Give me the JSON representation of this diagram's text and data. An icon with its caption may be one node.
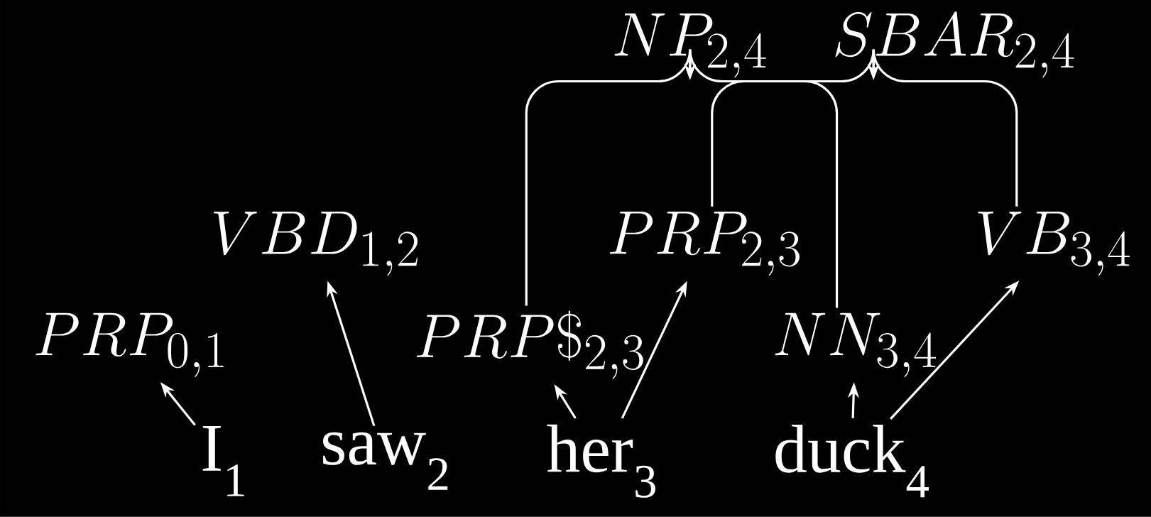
{
  "diagram": {
    "nodes": [
      {
        "text": [
          "I$_{1}$"
        ]
      },
      {
        "text": [
          "saw$_{2}$"
        ]
      },
      {
        "text": [
          "her$_{3}$"
        ]
      },
      {
        "text": [
          "duck$_{4}$"
        ]
      },
      {
        "text": [
          "PRP_{0,1}"
        ]
      },
      {
        "text": [
          "VBD_{1,2}"
        ]
      },
      {
        "text": [
          "PRP\\$_{2,3}"
        ]
      },
      {
        "text": [
          "PRP_{2,3}"
        ]
      },
      {
        "text": [
          "NN_{3,4}"
        ]
      },
      {
        "text": [
          "VB_{3,4}"
        ]
      },
      {
        "text": [
          "NP_{2,4}"
        ]
      },
      {
        "text": [
          "SBAR_{2,4}"
        ]
      }
    ],
    "edges": [
      {
        "from": 0,
        "to": 4,
        "arrow": "to"
      },
      {
        "from": 1,
        "to": 5,
        "arrow": "to"
      },
      {
        "from": 2,
        "to": 6,
        "arrow": "to"
      },
      {
        "from": 2,
        "to": 7,
        "arrow": "to"
      },
      {
        "from": 3,
        "to": 8,
        "arrow": "to"
      },
      {
        "from": 3,
        "to": 9,
        "arrow": "to"
      },
      {
        "from": 6,
        "to": 10,
        "arrow": "to"
      },
      {
        "from": 8,
        "to": 10,
        "arrow": "to"
      },
      {
        "from": 7,
        "to": 11,
        "arrow": "to"
      },
      {
        "from": 9,
        "to": 11,
        "arrow": "to"
      }
    ]
  }
}
